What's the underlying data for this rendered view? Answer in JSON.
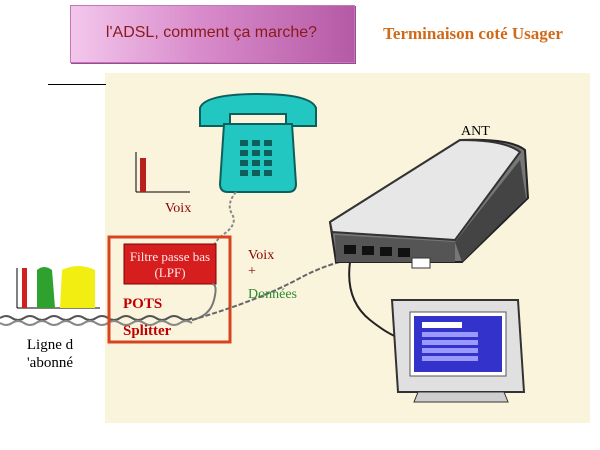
{
  "header": {
    "banner_title": "l'ADSL, comment ça marche?",
    "subtitle": "Terminaison coté Usager"
  },
  "labels": {
    "ant": "ANT",
    "voix_phone": "Voix",
    "voix_data": "Voix",
    "plus": "+",
    "donnees": "Données",
    "filtre": "Filtre passe bas (LPF)",
    "pots": "POTS",
    "splitter": "Splitter",
    "ligne": "Ligne d 'abonné"
  },
  "colors": {
    "banner_text": "#8a1a1a",
    "subtitle": "#d06a18",
    "background": "#fbf4dd",
    "splitter_box": "#d8431f",
    "filter_fill": "#d71e1e",
    "phone": "#22c7c2",
    "donnees": "#2e8b2e",
    "voix": "#8b0000"
  },
  "spectrum_bars": [
    "red",
    "green",
    "yellow"
  ]
}
